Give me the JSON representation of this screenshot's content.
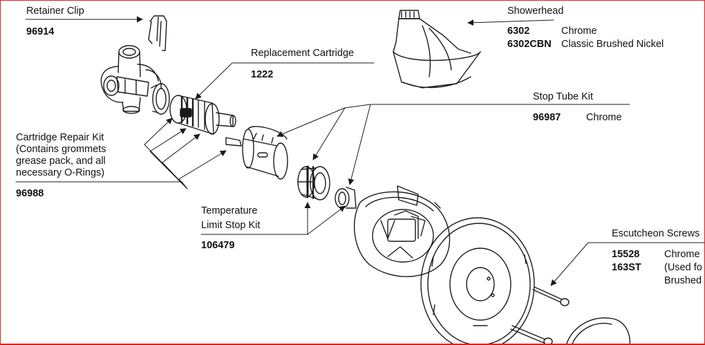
{
  "callouts": {
    "retainer_clip": {
      "title": "Retainer Clip",
      "part_number": "96914"
    },
    "replacement_cartridge": {
      "title": "Replacement Cartridge",
      "part_number": "1222"
    },
    "showerhead": {
      "title": "Showerhead",
      "variants": [
        {
          "part_number": "6302",
          "finish": "Chrome"
        },
        {
          "part_number": "6302CBN",
          "finish": "Classic Brushed Nickel"
        }
      ]
    },
    "stop_tube_kit": {
      "title": "Stop Tube Kit",
      "part_number": "96987",
      "finish": "Chrome"
    },
    "cartridge_repair_kit": {
      "title_lines": [
        "Cartridge Repair Kit",
        "(Contains grommets",
        "grease pack, and all",
        "necessary O-Rings)"
      ],
      "part_number": "96988"
    },
    "temperature_limit_stop_kit": {
      "title_lines": [
        "Temperature",
        "Limit Stop Kit"
      ],
      "part_number": "106479"
    },
    "escutcheon_screws": {
      "title": "Escutcheon Screws",
      "variants": [
        {
          "part_number": "15528",
          "finish": "Chrome"
        },
        {
          "part_number": "163ST",
          "finish": "(Used fo"
        }
      ],
      "extra_line": "Brushed"
    }
  }
}
